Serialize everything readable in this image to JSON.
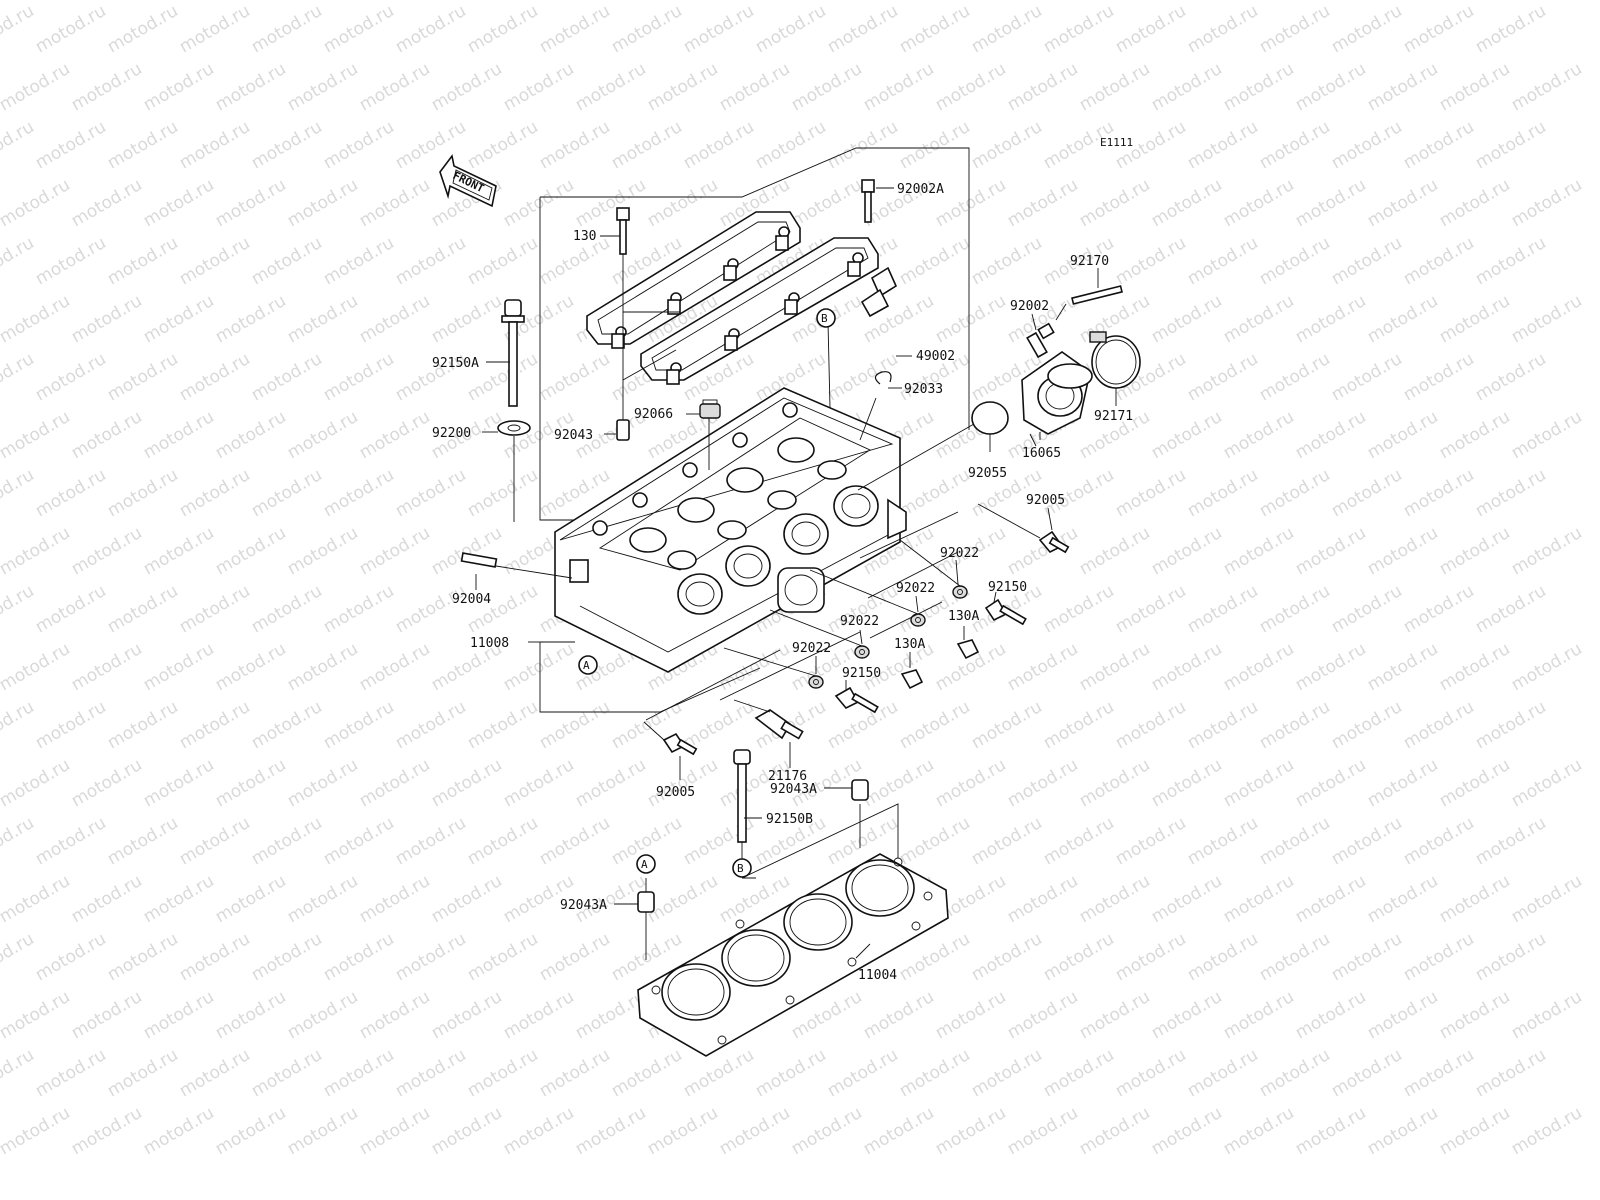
{
  "diagram": {
    "code": "E1111",
    "front_label": "FRONT",
    "watermark_text": "motod.ru",
    "callouts": {
      "p92002A": "92002A",
      "p130": "130",
      "p92150A": "92150A",
      "p92200": "92200",
      "p92043": "92043",
      "p92066": "92066",
      "p49002": "49002",
      "p92033": "92033",
      "p92170": "92170",
      "p92002": "92002",
      "p92171": "92171",
      "p16065": "16065",
      "p92055": "92055",
      "p92005_top": "92005",
      "p92022_a": "92022",
      "p92022_b": "92022",
      "p92022_c": "92022",
      "p92022_d": "92022",
      "p92150_a": "92150",
      "p92150_b": "92150",
      "p130A_a": "130A",
      "p130A_b": "130A",
      "p92004": "92004",
      "p11008": "11008",
      "p21176": "21176",
      "p92005_bottom": "92005",
      "p92043A_a": "92043A",
      "p92150B": "92150B",
      "p92043A_b": "92043A",
      "p11004": "11004"
    },
    "refs": {
      "b_top": "B",
      "a_mid": "A",
      "b_bottom": "B",
      "a_bottom": "A"
    }
  }
}
